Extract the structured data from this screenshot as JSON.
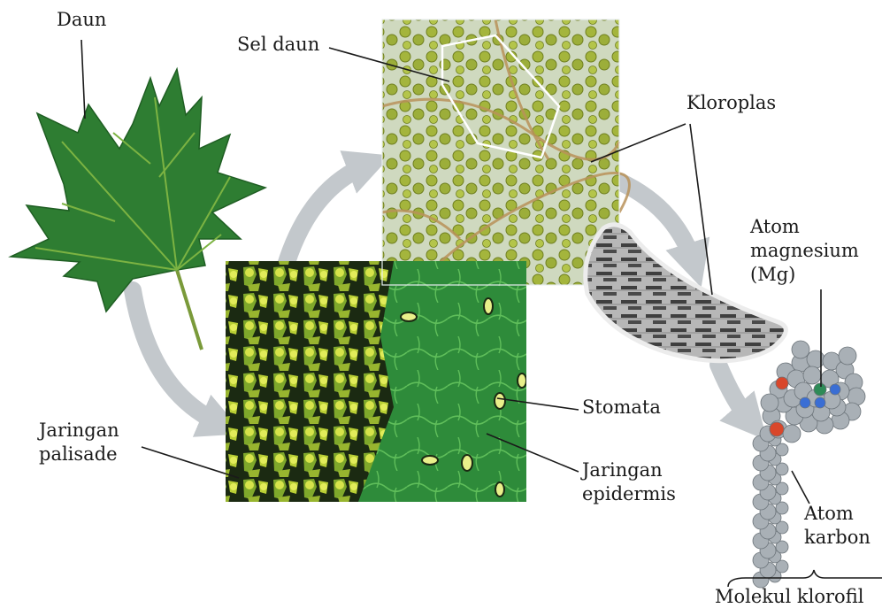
{
  "labels": {
    "daun": "Daun",
    "sel_daun": "Sel daun",
    "kloroplas": "Kloroplas",
    "atom_magnesium_line1": "Atom",
    "atom_magnesium_line2": "magnesium",
    "atom_magnesium_line3": "(Mg)",
    "stomata": "Stomata",
    "jaringan_palisade_line1": "Jaringan",
    "jaringan_palisade_line2": "palisade",
    "jaringan_epidermis_line1": "Jaringan",
    "jaringan_epidermis_line2": "epidermis",
    "atom_karbon_line1": "Atom",
    "atom_karbon_line2": "karbon",
    "molekul_klorofil": "Molekul klorofil"
  },
  "colors": {
    "arrow": "#c3c8cc",
    "leaf": "#2e7d32",
    "leaf_vein": "#8bc34a",
    "palisade_bg": "#1b2a12",
    "palisade_cell": "#c6d835",
    "epidermis": "#2e8b3a",
    "cell_bg": "#cfd9bf",
    "chloroplast_dot": "#9cae3a",
    "chloroplast_organelle": "#8a8a8a",
    "atom_carbon": "#a9b0b6",
    "atom_oxygen": "#d9472b",
    "atom_nitrogen": "#3a6ed4",
    "atom_magnesium": "#2e8b57"
  }
}
